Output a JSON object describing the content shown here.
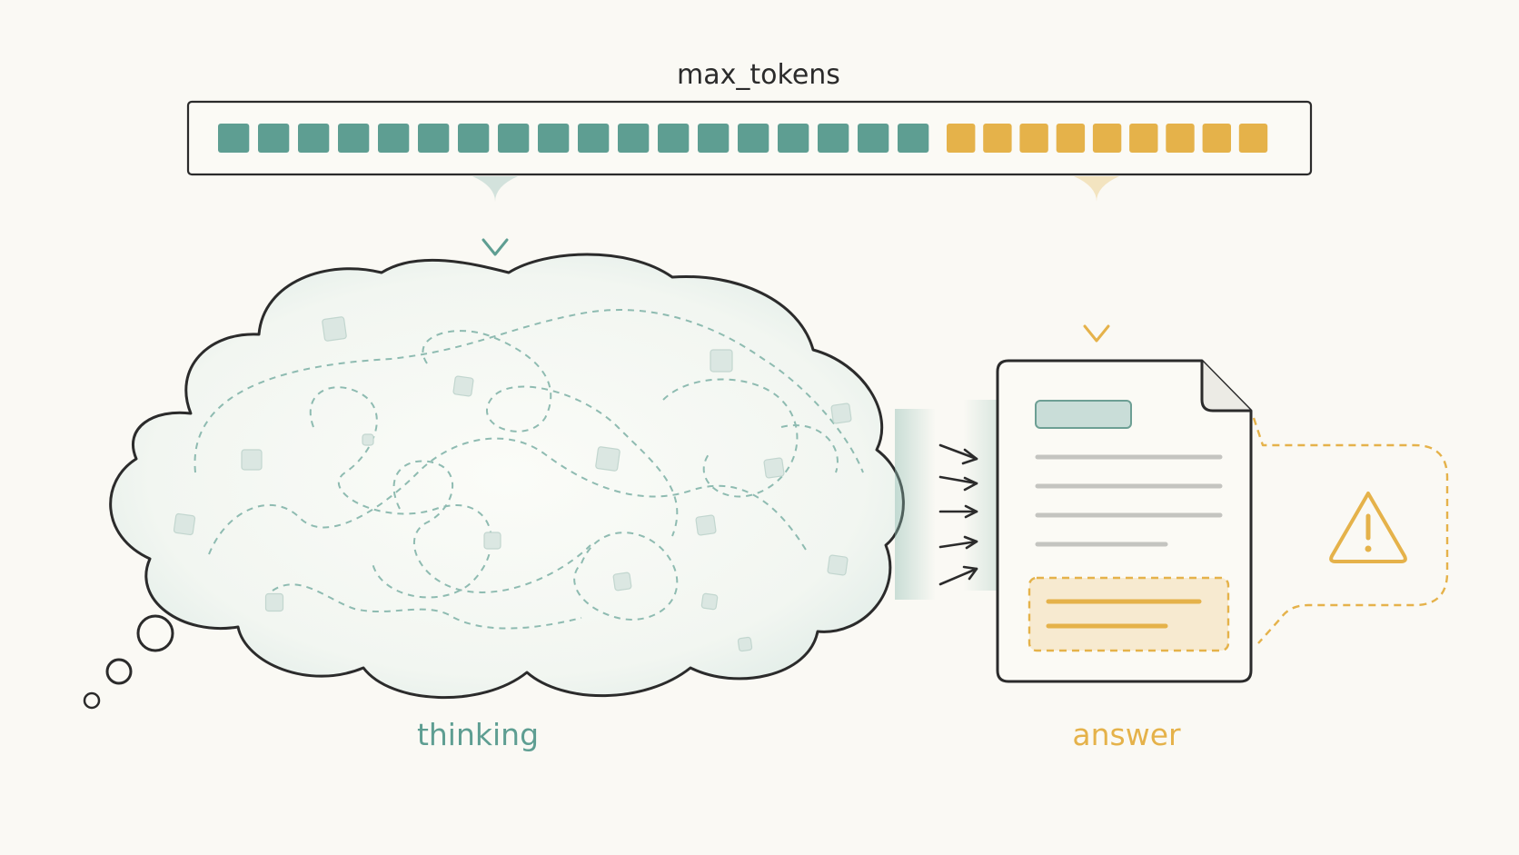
{
  "budget": {
    "label": "max_tokens",
    "thinking_tokens": 18,
    "answer_tokens": 9
  },
  "labels": {
    "thinking": "thinking",
    "answer": "answer"
  },
  "icons": {
    "warning": "warning-triangle-icon",
    "document": "document-icon",
    "thought": "thought-cloud-icon"
  },
  "colors": {
    "thinking": "#5e9e92",
    "answer": "#e5b24a",
    "ink": "#2b2b2b",
    "background": "#faf9f4"
  }
}
